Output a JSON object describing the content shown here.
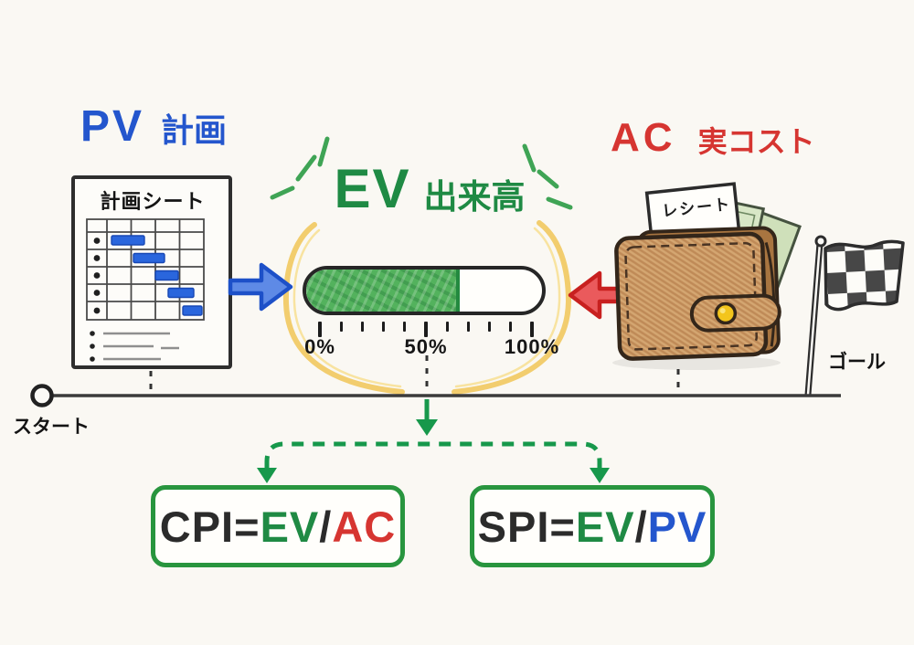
{
  "titles": {
    "pv": {
      "abbr": "PV",
      "label": "計画"
    },
    "ac": {
      "abbr": "AC",
      "label": "実コスト"
    },
    "ev": {
      "abbr": "EV",
      "label": "出来高"
    }
  },
  "plan_sheet": {
    "title": "計画シート"
  },
  "wallet": {
    "receipt_label": "レシート"
  },
  "timeline": {
    "start_label": "スタート",
    "goal_label": "ゴール"
  },
  "gauge": {
    "percent": 65,
    "tick_labels": [
      "0%",
      "50%",
      "100%"
    ]
  },
  "formulas": {
    "cpi": {
      "lhs": "CPI=",
      "num": "EV",
      "slash": "/",
      "den": "AC"
    },
    "spi": {
      "lhs": "SPI=",
      "num": "EV",
      "slash": "/",
      "den": "PV"
    }
  },
  "colors": {
    "pv_blue": "#2456cd",
    "ac_red": "#d63531",
    "ev_green": "#1f8a44",
    "highlight_yellow": "#f2cd6e"
  }
}
